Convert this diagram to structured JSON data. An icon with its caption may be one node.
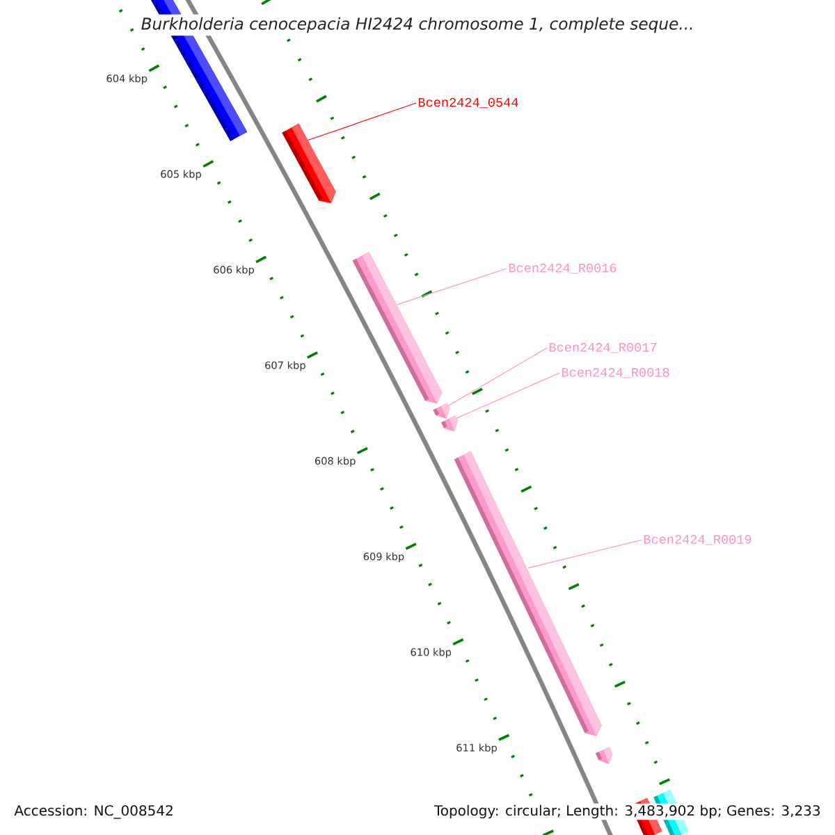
{
  "diagram": {
    "title": "Burkholderia cenocepacia HI2424 chromosome 1, complete seque...",
    "nodes": [
      {
        "text": [],
        "shape": "bar"
      },
      {
        "text": [
          "Bcen2424_0544"
        ]
      },
      {
        "text": [],
        "shape": "bar"
      },
      {
        "text": [
          "Bcen2424_R0016"
        ]
      },
      {
        "text": [],
        "shape": "bar"
      },
      {
        "text": [
          "Bcen2424_R0017"
        ]
      },
      {
        "text": [],
        "shape": "bar"
      },
      {
        "text": [
          "Bcen2424_R0018"
        ]
      },
      {
        "text": [],
        "shape": "bar"
      },
      {
        "text": [
          "Bcen2424_R0019"
        ]
      },
      {
        "text": [],
        "shape": "bar"
      },
      {
        "text": [],
        "shape": "bar"
      },
      {
        "text": [],
        "shape": "bar"
      },
      {
        "text": [],
        "shape": "bar"
      }
    ],
    "edges": [
      {
        "from": 1,
        "to": 2,
        "arrow": "none",
        "color": "#ff0000"
      },
      {
        "from": 3,
        "to": 4,
        "arrow": "none"
      },
      {
        "from": 5,
        "to": 6,
        "arrow": "none"
      },
      {
        "from": 7,
        "to": 8,
        "arrow": "none"
      },
      {
        "from": 9,
        "to": 10,
        "arrow": "none"
      }
    ],
    "labels": [
      "604 kbp",
      "605 kbp",
      "606 kbp",
      "607 kbp",
      "608 kbp",
      "609 kbp",
      "610 kbp",
      "611 kbp",
      "Accession: NC_008542",
      "Topology: circular; Length: 3,483,902 bp; Genes: 3,233"
    ]
  }
}
